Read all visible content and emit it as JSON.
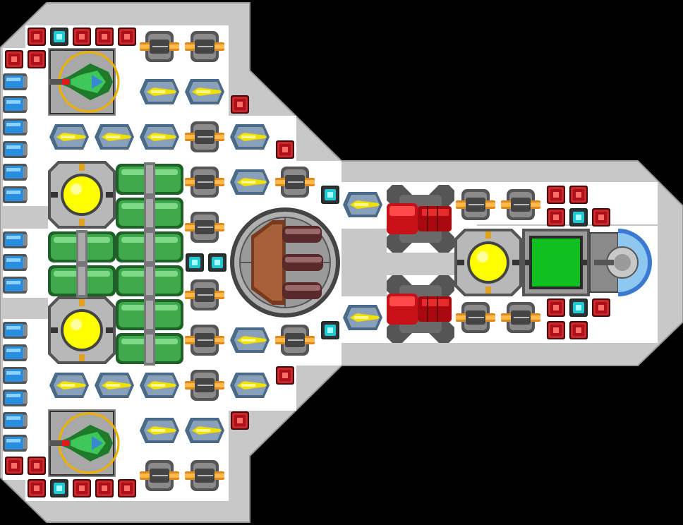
{
  "scene": {
    "name": "ship-blueprint-editor",
    "background_color": "#000000",
    "hull_color": "#c8c8c8",
    "interior_color": "#ffffff"
  },
  "palette": {
    "armor_red": "#d8202a",
    "armor_cyan": "#20c8d0",
    "thruster_blue": "#2a8ee0",
    "gun_orange": "#e08a1e",
    "missile_yellow": "#f2e000",
    "reactor_yellow": "#ffff00",
    "tank_green": "#3fa84a",
    "core_green": "#10c020",
    "turret_brown": "#8a5030"
  },
  "blocks": {
    "armor_red": "armor-block-red",
    "armor_cyan": "armor-block-cyan",
    "thruster": "thruster-module",
    "gun": "cannon-turret",
    "missile": "missile-launcher",
    "reactor": "reactor-core",
    "tank": "fuel-tank",
    "fighter_bay": "fighter-hangar",
    "main_turret": "main-battery-turret",
    "red_laser": "red-laser-turret",
    "command_core": "command-core",
    "dome": "sensor-dome"
  }
}
